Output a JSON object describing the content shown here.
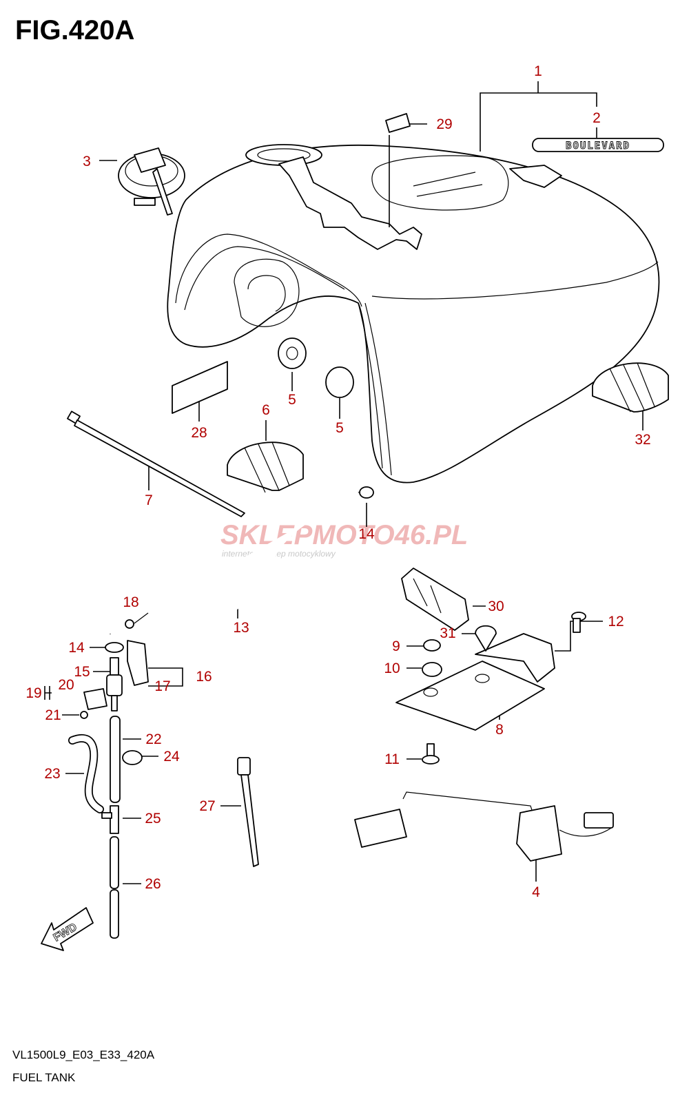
{
  "title": "FIG.420A",
  "footer": {
    "code": "VL1500L9_E03_E33_420A",
    "name": "FUEL TANK"
  },
  "emblem_text": "BOULEVARD",
  "watermark": {
    "brand": "SKLEPMOTO46.PL",
    "tagline": "internetowy sklep motocyklowy"
  },
  "fwd_label": "FWD",
  "callouts": [
    "1",
    "2",
    "3",
    "4",
    "5",
    "5",
    "6",
    "7",
    "8",
    "9",
    "10",
    "11",
    "12",
    "13",
    "14",
    "14",
    "15",
    "16",
    "17",
    "18",
    "19",
    "20",
    "21",
    "22",
    "23",
    "24",
    "25",
    "26",
    "27",
    "28",
    "29",
    "30",
    "31",
    "32"
  ],
  "colors": {
    "callout": "#b00000",
    "line": "#000000",
    "watermark": "#f0b8b8"
  }
}
